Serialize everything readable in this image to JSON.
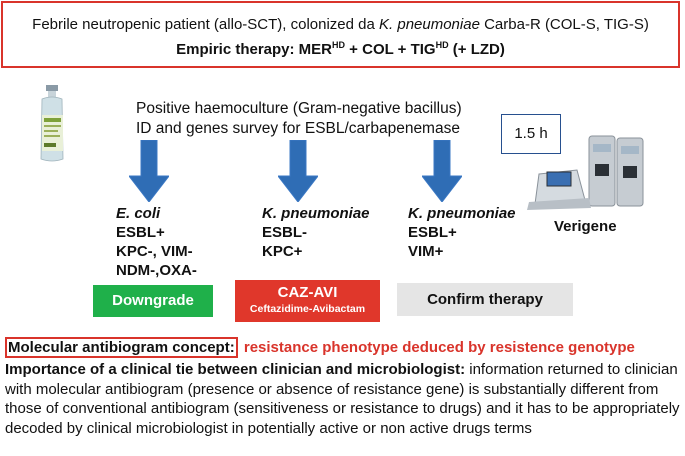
{
  "header": {
    "line1_a": "Febrile neutropenic patient (allo-SCT), colonized da ",
    "line1_org": "K. pneumoniae",
    "line1_b": " Carba-R (COL-S, TIG-S)",
    "line2_a": "Empiric therapy: MER",
    "line2_sup1": "HD",
    "line2_b": " + COL + TIG",
    "line2_sup2": "HD",
    "line2_c": " (+ LZD)"
  },
  "intro": {
    "line1": "Positive haemoculture (Gram-negative bacillus)",
    "line2": "ID and genes survey for ESBL/carbapenemase"
  },
  "time_label": "1.5 h",
  "instrument_label": "Verigene",
  "columns": [
    {
      "organism": "E. coli",
      "lines": [
        "ESBL+",
        "KPC-, VIM-",
        "NDM-,OXA-"
      ]
    },
    {
      "organism": "K. pneumoniae",
      "lines": [
        "ESBL-",
        "KPC+"
      ]
    },
    {
      "organism": "K. pneumoniae",
      "lines": [
        "ESBL+",
        "VIM+"
      ]
    }
  ],
  "actions": {
    "downgrade": "Downgrade",
    "cazavi": "CAZ-AVI",
    "cazavi_sub": "Ceftazidime-Avibactam",
    "confirm": "Confirm therapy"
  },
  "concept": {
    "boxed": "Molecular antibiogram concept:",
    "red": " resistance phenotype deduced by resistence genotype"
  },
  "paragraph": {
    "bold": "Importance of a clinical tie between clinician and microbiologist:",
    "text": " information returned to clinician with molecular antibiogram (presence or absence of resistance gene) is substantially different from those of conventional antibiogram (sensitiveness or resistance to drugs) and it has to be appropriately decoded by clinical microbiologist in potentially active or non active drugs terms"
  },
  "colors": {
    "red": "#d9342b",
    "green": "#1fb04a",
    "blue_arrow": "#2f6db5",
    "gray": "#e5e5e5"
  }
}
